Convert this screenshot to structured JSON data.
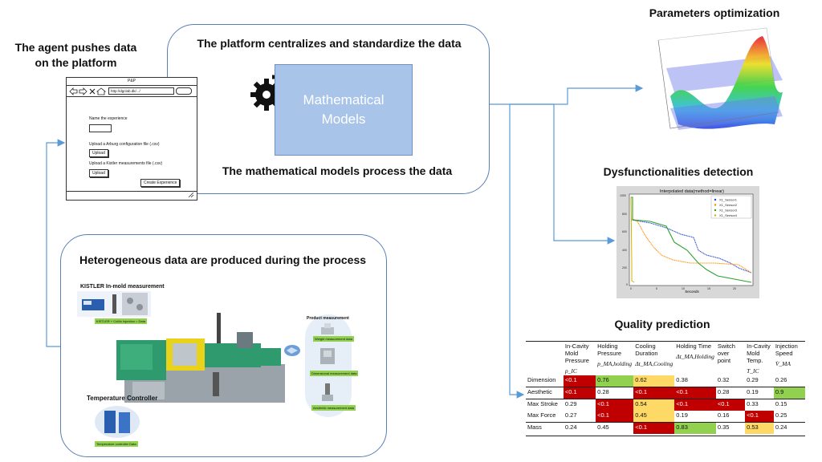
{
  "agent": {
    "title_line1": "The agent pushes data",
    "title_line2": "on the platform"
  },
  "platform": {
    "title": "The platform centralizes and standardize the data",
    "models_line1": "Mathematical",
    "models_line2": "Models",
    "process_caption": "The mathematical models process the data"
  },
  "wireframe": {
    "window_title": "P&P",
    "url": "http://dgclab.dk/.../",
    "name_label": "Name the experience",
    "arburg_label": "Upload a Arburg configuration file (.csv)",
    "kistler_label": "Upload a Kistler measurements file (.csv)",
    "upload_label": "Upload",
    "create_label": "Create Experience"
  },
  "process": {
    "title": "Heterogeneous data are produced during the process",
    "kistler_title": "KISTLER In-mold measurement",
    "kistler_pill": "KISTLER + CoMo Injection = Data",
    "product_title": "Product measurement",
    "product_pill1": "Weight measurement data",
    "product_pill2": "Dimensional measurement data",
    "product_pill3": "Aesthetic measurement data",
    "temp_title": "Temperature Controller",
    "temp_pill": "Temperature controller Data"
  },
  "outputs": {
    "optimization_title": "Parameters optimization",
    "dysfunction_title": "Dysfunctionalities detection",
    "quality_title": "Quality prediction"
  },
  "dysfunction_plot": {
    "title": "Interpolated data(method=linear)",
    "xlabel": "Seconds",
    "legend": [
      "X1_Sensor1",
      "X1_Sensor2",
      "X1_Sensor3",
      "X1_Sensor4"
    ],
    "colors": [
      "#2040d0",
      "#ff8c00",
      "#2ca02c",
      "#d4b000"
    ]
  },
  "quality_table": {
    "headers": [
      {
        "name": "In-Cavity Mold Pressure",
        "symbol": "p_IC"
      },
      {
        "name": "Holding Pressure",
        "symbol": "p_MA,holding"
      },
      {
        "name": "Cooling Duration",
        "symbol": "Δt_MA,Cooling"
      },
      {
        "name": "Holding Time",
        "symbol": "Δt_MA,Holding"
      },
      {
        "name": "Switch over point",
        "symbol": ""
      },
      {
        "name": "In-Cavity Mold Temp.",
        "symbol": "T_IC"
      },
      {
        "name": "Injection Speed",
        "symbol": "V̇_MA"
      }
    ],
    "rows": [
      {
        "label": "Dimension",
        "cells": [
          [
            "<0.1",
            "red"
          ],
          [
            "0.76",
            "green"
          ],
          [
            "0.62",
            "yellow"
          ],
          [
            "0.38",
            ""
          ],
          [
            "0.32",
            ""
          ],
          [
            "0.29",
            ""
          ],
          [
            "0.26",
            ""
          ]
        ]
      },
      {
        "label": "Aesthetic",
        "cells": [
          [
            "<0.1",
            "red"
          ],
          [
            "0.28",
            ""
          ],
          [
            "<0.1",
            "red"
          ],
          [
            "<0.1",
            "red"
          ],
          [
            "0.28",
            ""
          ],
          [
            "0.19",
            ""
          ],
          [
            "0.9",
            "green"
          ]
        ]
      },
      {
        "label": "Max Stroke",
        "cells": [
          [
            "0.29",
            ""
          ],
          [
            "<0.1",
            "red"
          ],
          [
            "0.54",
            "yellow"
          ],
          [
            "<0.1",
            "red"
          ],
          [
            "<0.1",
            "red"
          ],
          [
            "0.33",
            ""
          ],
          [
            "0.15",
            ""
          ]
        ]
      },
      {
        "label": "Max Force",
        "cells": [
          [
            "0.27",
            ""
          ],
          [
            "<0.1",
            "red"
          ],
          [
            "0.45",
            "yellow"
          ],
          [
            "0.19",
            ""
          ],
          [
            "0.16",
            ""
          ],
          [
            "<0.1",
            "red"
          ],
          [
            "0.25",
            ""
          ]
        ]
      },
      {
        "label": "Mass",
        "cells": [
          [
            "0.24",
            ""
          ],
          [
            "0.45",
            ""
          ],
          [
            "<0.1",
            "red"
          ],
          [
            "0.83",
            "green"
          ],
          [
            "0.35",
            ""
          ],
          [
            "0.53",
            "yellow"
          ],
          [
            "0.24",
            ""
          ]
        ]
      }
    ]
  }
}
